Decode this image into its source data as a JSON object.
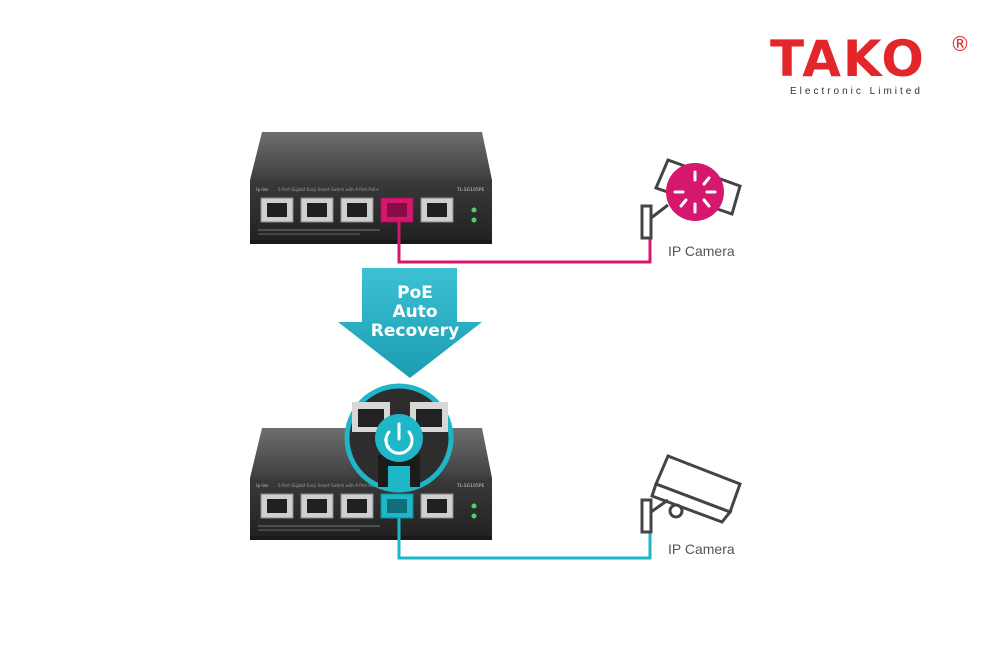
{
  "logo": {
    "brand": "TAKO",
    "registered": "®",
    "subtitle": "Electronic Limited"
  },
  "top_switch": {
    "brand": "tp-link",
    "description": "5-Port Gigabit Easy Smart Switch with 4-Port PoE+",
    "model": "TL-SG105PE"
  },
  "bottom_switch": {
    "brand": "tp-link",
    "description": "5-Port Gigabit Easy Smart Switch with 4-Port PoE+",
    "model": "TL-SG105PE"
  },
  "arrow": {
    "line1": "PoE",
    "line2": "Auto",
    "line3": "Recovery"
  },
  "cameras": {
    "top_label": "IP Camera",
    "bottom_label": "IP Camera"
  },
  "colors": {
    "fault": "#d6176e",
    "recovery": "#1fb6c7",
    "arrow": "#26a9bd",
    "logo": "#e3262a"
  }
}
